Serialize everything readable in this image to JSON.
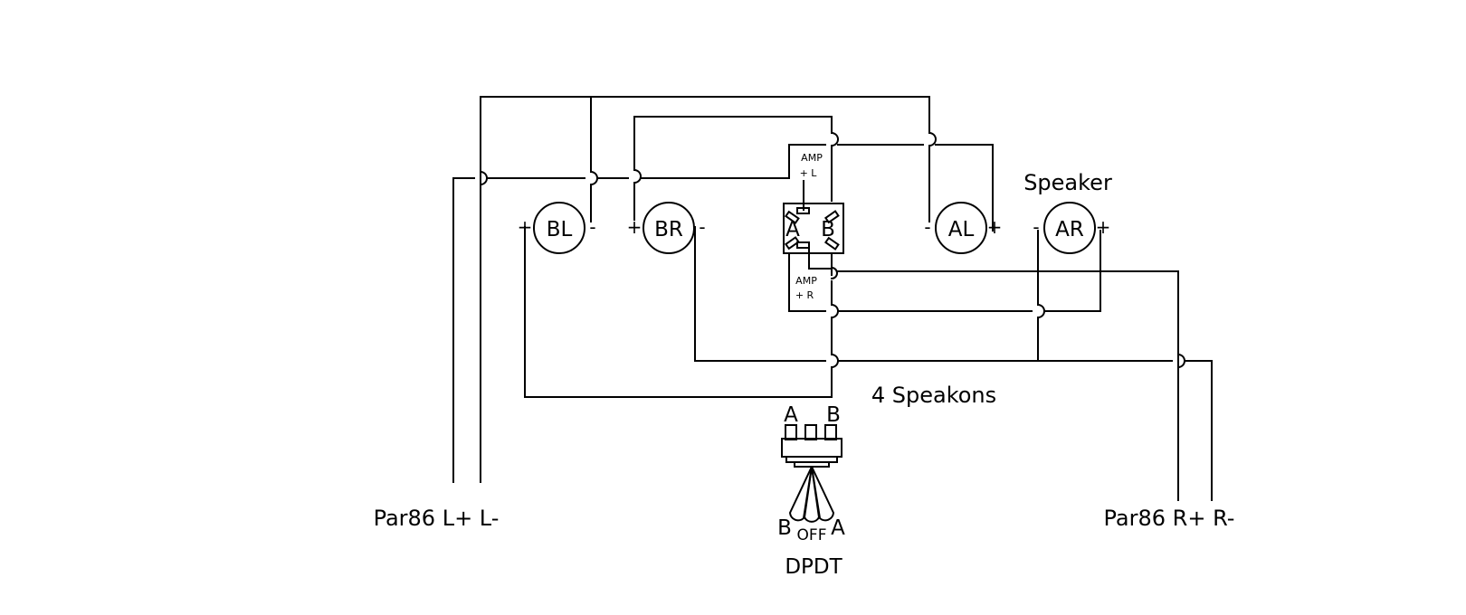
{
  "labels": {
    "speaker": "Speaker",
    "speakons": "4 Speakons",
    "left_source": "Par86 L+ L-",
    "right_source": "Par86 R+ R-",
    "switch_name": "DPDT",
    "switch_top_a": "A",
    "switch_top_b": "B",
    "switch_bottom_b": "B",
    "switch_off": "OFF",
    "switch_bottom_a": "A"
  },
  "speakers": [
    {
      "name": "BL",
      "left_sign": "+",
      "right_sign": "-"
    },
    {
      "name": "BR",
      "left_sign": "+",
      "right_sign": "-"
    },
    {
      "name": "AL",
      "left_sign": "-",
      "right_sign": "+"
    },
    {
      "name": "AR",
      "left_sign": "-",
      "right_sign": "+"
    }
  ],
  "amp_block": {
    "top_label_1": "AMP",
    "top_label_2": "+ L",
    "side_a": "A",
    "side_b": "B",
    "bottom_label_1": "AMP",
    "bottom_label_2": "+ R"
  }
}
